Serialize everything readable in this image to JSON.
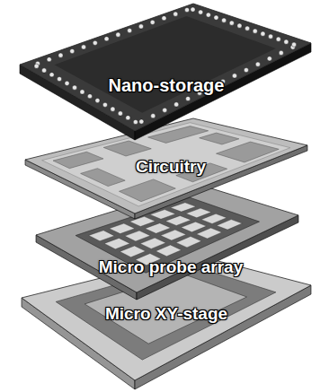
{
  "diagram": {
    "nodes": [
      {
        "text": [
          "Nano-storage"
        ]
      },
      {
        "text": [
          "Circuitry"
        ]
      },
      {
        "text": [
          "Micro probe array"
        ]
      },
      {
        "text": [
          "Micro XY-stage"
        ]
      }
    ]
  }
}
